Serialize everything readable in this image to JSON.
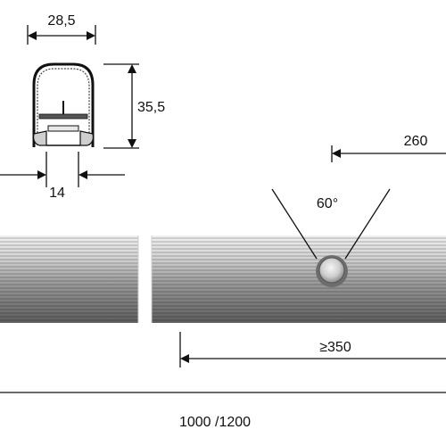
{
  "dimensions": {
    "profile_width": "28,5",
    "profile_height": "35,5",
    "opening_width": "14",
    "sensor_offset": "260",
    "sensor_angle": "60°",
    "min_distance": "≥350",
    "total_length": "1000 /1200"
  },
  "colors": {
    "line": "#111111",
    "profile_light": "#e8e8e8",
    "profile_dark": "#6a6a6a",
    "background": "#ffffff"
  }
}
